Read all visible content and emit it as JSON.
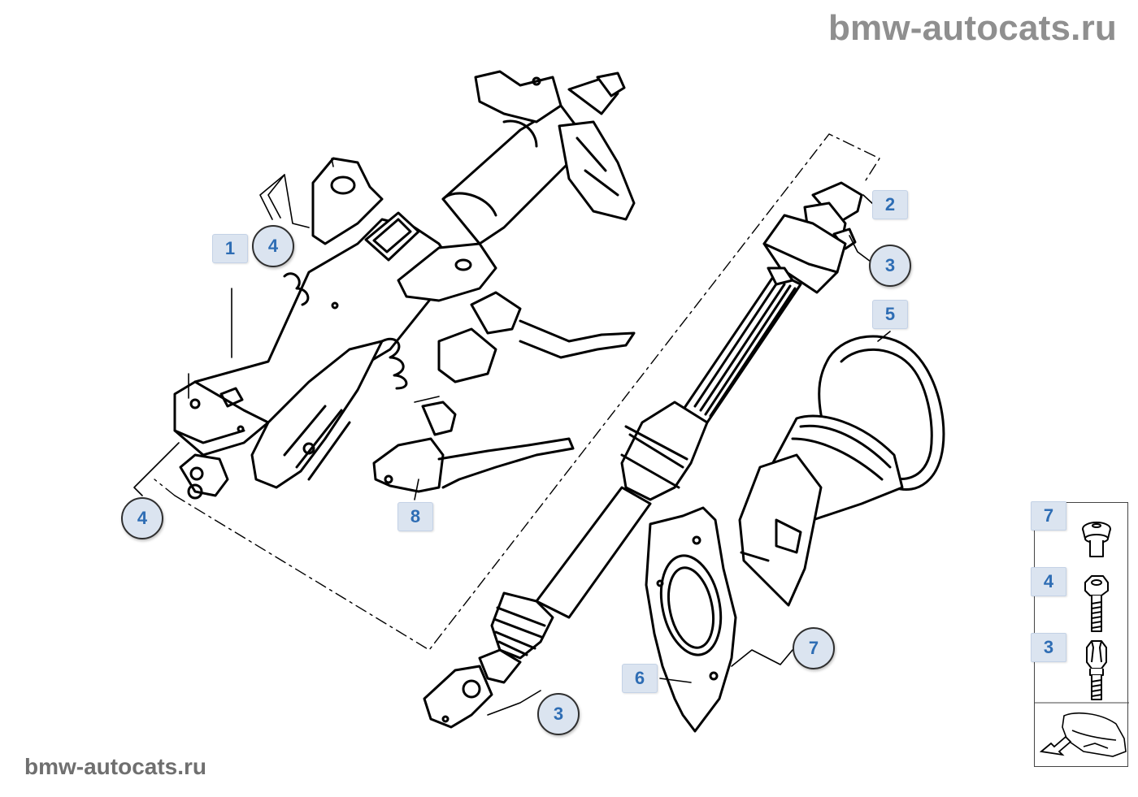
{
  "watermark": {
    "top": "bmw-autocats.ru",
    "bottom": "bmw-autocats.ru"
  },
  "callouts": [
    {
      "id": "c1",
      "number": "1",
      "style": "box"
    },
    {
      "id": "c2",
      "number": "4",
      "style": "circle"
    },
    {
      "id": "c3",
      "number": "4",
      "style": "circle"
    },
    {
      "id": "c4",
      "number": "8",
      "style": "box"
    },
    {
      "id": "c5",
      "number": "2",
      "style": "box"
    },
    {
      "id": "c6",
      "number": "3",
      "style": "circle"
    },
    {
      "id": "c7",
      "number": "5",
      "style": "box"
    },
    {
      "id": "c8",
      "number": "7",
      "style": "circle"
    },
    {
      "id": "c9",
      "number": "6",
      "style": "box"
    },
    {
      "id": "c10",
      "number": "3",
      "style": "circle"
    }
  ],
  "side_panel": {
    "items": [
      {
        "number": "7",
        "icon": "collar-screw-icon"
      },
      {
        "number": "4",
        "icon": "hex-bolt-icon"
      },
      {
        "number": "3",
        "icon": "torx-bolt-icon"
      }
    ],
    "nav_icon": "car-front-arrow-icon"
  },
  "colors": {
    "label_text": "#2e6db4",
    "label_fill": "#dbe4f0",
    "line": "#000000",
    "watermark": "#8f8f8f"
  }
}
